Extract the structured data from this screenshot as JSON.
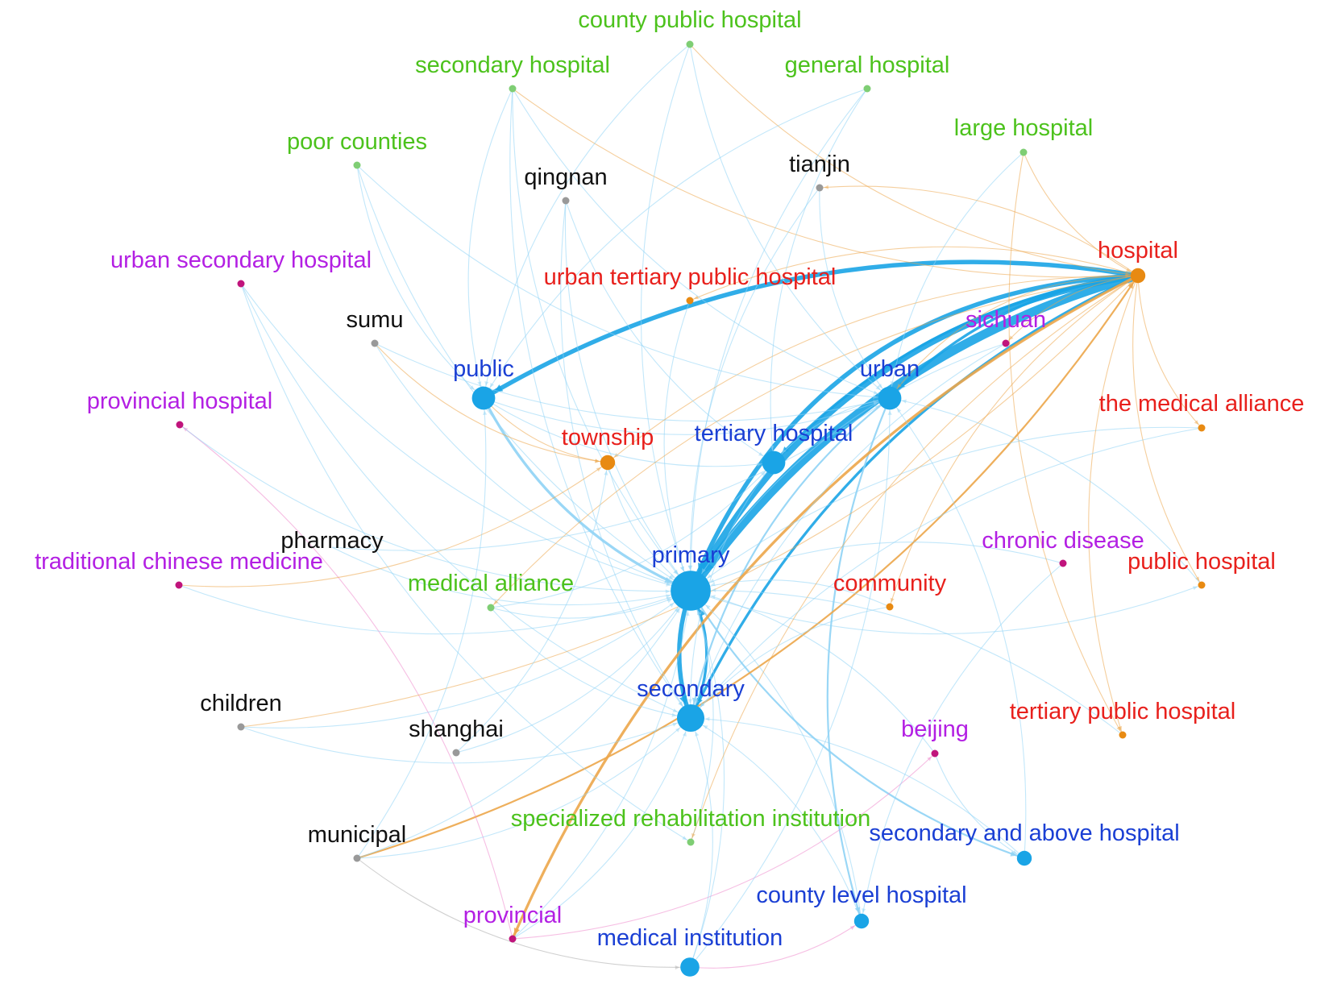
{
  "colors": {
    "blue": "#1a3fd4",
    "red": "#e8201c",
    "green": "#4cc21c",
    "magenta": "#b31fe3",
    "black": "#111111",
    "edge_blue": "#19a4e5",
    "edge_light_blue": "#8fd3f5",
    "edge_orange": "#eca64a",
    "edge_pink": "#ee88cc",
    "edge_grey": "#aaaaaa",
    "dot_blue": "#1aa4e6",
    "dot_orange": "#e88a12",
    "dot_green": "#7fce74",
    "dot_magenta": "#c0147c",
    "dot_grey": "#999999"
  },
  "nodes": [
    {
      "id": "county_public_hospital",
      "label": "county public hospital",
      "group": "green",
      "weight": 1
    },
    {
      "id": "secondary_hospital",
      "label": "secondary hospital",
      "group": "green",
      "weight": 1
    },
    {
      "id": "general_hospital",
      "label": "general hospital",
      "group": "green",
      "weight": 1
    },
    {
      "id": "large_hospital",
      "label": "large hospital",
      "group": "green",
      "weight": 1
    },
    {
      "id": "poor_counties",
      "label": "poor counties",
      "group": "green",
      "weight": 1
    },
    {
      "id": "qingnan",
      "label": "qingnan",
      "group": "black",
      "weight": 1
    },
    {
      "id": "tianjin",
      "label": "tianjin",
      "group": "black",
      "weight": 1
    },
    {
      "id": "hospital",
      "label": "hospital",
      "group": "red",
      "weight": 2
    },
    {
      "id": "urban_secondary_hospital",
      "label": "urban secondary hospital",
      "group": "magenta",
      "weight": 1
    },
    {
      "id": "urban_tertiary_public_hospital",
      "label": "urban tertiary public hospital",
      "group": "red",
      "weight": 1
    },
    {
      "id": "sumu",
      "label": "sumu",
      "group": "black",
      "weight": 1
    },
    {
      "id": "sichuan",
      "label": "sichuan",
      "group": "magenta",
      "weight": 1
    },
    {
      "id": "public",
      "label": "public",
      "group": "blue",
      "weight": 4
    },
    {
      "id": "urban",
      "label": "urban",
      "group": "blue",
      "weight": 4
    },
    {
      "id": "provincial_hospital",
      "label": "provincial hospital",
      "group": "magenta",
      "weight": 1
    },
    {
      "id": "the_medical_alliance",
      "label": "the medical  alliance",
      "group": "red",
      "weight": 1
    },
    {
      "id": "township",
      "label": "township",
      "group": "red",
      "weight": 2
    },
    {
      "id": "tertiary_hospital",
      "label": "tertiary hospital",
      "group": "blue",
      "weight": 4
    },
    {
      "id": "pharmacy",
      "label": "pharmacy",
      "group": "black",
      "weight": 1
    },
    {
      "id": "chronic_disease",
      "label": "chronic disease",
      "group": "magenta",
      "weight": 1
    },
    {
      "id": "traditional_chinese_medicine",
      "label": "traditional chinese medicine",
      "group": "magenta",
      "weight": 1
    },
    {
      "id": "primary",
      "label": "primary",
      "group": "blue",
      "weight": 8
    },
    {
      "id": "public_hospital",
      "label": "public hospital",
      "group": "red",
      "weight": 1
    },
    {
      "id": "medical_alliance",
      "label": "medical alliance",
      "group": "green",
      "weight": 1
    },
    {
      "id": "community",
      "label": "community",
      "group": "red",
      "weight": 1
    },
    {
      "id": "secondary",
      "label": "secondary",
      "group": "blue",
      "weight": 5
    },
    {
      "id": "children",
      "label": "children",
      "group": "black",
      "weight": 1
    },
    {
      "id": "tertiary_public_hospital",
      "label": "tertiary public hospital",
      "group": "red",
      "weight": 1
    },
    {
      "id": "shanghai",
      "label": "shanghai",
      "group": "black",
      "weight": 1
    },
    {
      "id": "beijing",
      "label": "beijing",
      "group": "magenta",
      "weight": 1
    },
    {
      "id": "specialized_rehabilitation_institution",
      "label": "specialized rehabilitation institution",
      "group": "green",
      "weight": 1
    },
    {
      "id": "secondary_and_above_hospital",
      "label": "secondary and above hospital",
      "group": "blue",
      "weight": 2
    },
    {
      "id": "municipal",
      "label": "municipal",
      "group": "black",
      "weight": 1
    },
    {
      "id": "county_level_hospital",
      "label": "county level hospital",
      "group": "blue",
      "weight": 2
    },
    {
      "id": "provincial",
      "label": "provincial",
      "group": "magenta",
      "weight": 1
    },
    {
      "id": "medical_institution",
      "label": "medical institution",
      "group": "blue",
      "weight": 3
    }
  ],
  "edges": [
    {
      "source": "hospital",
      "target": "primary",
      "weight": 10,
      "color": "edge_blue"
    },
    {
      "source": "hospital",
      "target": "primary",
      "weight": 7,
      "color": "edge_blue"
    },
    {
      "source": "hospital",
      "target": "primary",
      "weight": 5,
      "color": "edge_blue"
    },
    {
      "source": "hospital",
      "target": "public",
      "weight": 5,
      "color": "edge_blue"
    },
    {
      "source": "hospital",
      "target": "tertiary_hospital",
      "weight": 3,
      "color": "edge_blue"
    },
    {
      "source": "hospital",
      "target": "urban",
      "weight": 3,
      "color": "edge_blue"
    },
    {
      "source": "hospital",
      "target": "secondary",
      "weight": 3,
      "color": "edge_blue"
    },
    {
      "source": "public",
      "target": "primary",
      "weight": 3,
      "color": "edge_light_blue"
    },
    {
      "source": "primary",
      "target": "secondary",
      "weight": 5,
      "color": "edge_blue"
    },
    {
      "source": "secondary",
      "target": "primary",
      "weight": 3,
      "color": "edge_blue"
    },
    {
      "source": "primary",
      "target": "secondary_and_above_hospital",
      "weight": 2,
      "color": "edge_light_blue"
    },
    {
      "source": "urban",
      "target": "county_level_hospital",
      "weight": 2,
      "color": "edge_light_blue"
    },
    {
      "source": "urban",
      "target": "secondary",
      "weight": 2,
      "color": "edge_light_blue"
    },
    {
      "source": "hospital",
      "target": "provincial",
      "weight": 3,
      "color": "edge_orange"
    },
    {
      "source": "municipal",
      "target": "hospital",
      "weight": 2,
      "color": "edge_orange"
    },
    {
      "source": "provincial",
      "target": "provincial_hospital",
      "weight": 1,
      "color": "edge_pink"
    },
    {
      "source": "medical_institution",
      "target": "county_level_hospital",
      "weight": 1,
      "color": "edge_pink"
    },
    {
      "source": "provincial",
      "target": "beijing",
      "weight": 1,
      "color": "edge_pink"
    },
    {
      "source": "municipal",
      "target": "medical_institution",
      "weight": 1,
      "color": "edge_grey"
    },
    {
      "source": "secondary_hospital",
      "target": "public",
      "weight": 1,
      "color": "edge_light_blue"
    },
    {
      "source": "secondary_hospital",
      "target": "primary",
      "weight": 1,
      "color": "edge_light_blue"
    },
    {
      "source": "secondary_hospital",
      "target": "secondary",
      "weight": 1,
      "color": "edge_light_blue"
    },
    {
      "source": "secondary_hospital",
      "target": "hospital",
      "weight": 1,
      "color": "edge_orange"
    },
    {
      "source": "county_public_hospital",
      "target": "primary",
      "weight": 1,
      "color": "edge_light_blue"
    },
    {
      "source": "county_public_hospital",
      "target": "public",
      "weight": 1,
      "color": "edge_light_blue"
    },
    {
      "source": "county_public_hospital",
      "target": "hospital",
      "weight": 1,
      "color": "edge_orange"
    },
    {
      "source": "general_hospital",
      "target": "primary",
      "weight": 1,
      "color": "edge_light_blue"
    },
    {
      "source": "general_hospital",
      "target": "public",
      "weight": 1,
      "color": "edge_light_blue"
    },
    {
      "source": "large_hospital",
      "target": "hospital",
      "weight": 1,
      "color": "edge_orange"
    },
    {
      "source": "large_hospital",
      "target": "urban",
      "weight": 1,
      "color": "edge_light_blue"
    },
    {
      "source": "poor_counties",
      "target": "primary",
      "weight": 1,
      "color": "edge_light_blue"
    },
    {
      "source": "poor_counties",
      "target": "public",
      "weight": 1,
      "color": "edge_light_blue"
    },
    {
      "source": "qingnan",
      "target": "primary",
      "weight": 1,
      "color": "edge_light_blue"
    },
    {
      "source": "qingnan",
      "target": "secondary",
      "weight": 1,
      "color": "edge_light_blue"
    },
    {
      "source": "sumu",
      "target": "primary",
      "weight": 1,
      "color": "edge_light_blue"
    },
    {
      "source": "sumu",
      "target": "urban",
      "weight": 1,
      "color": "edge_light_blue"
    },
    {
      "source": "urban_secondary_hospital",
      "target": "primary",
      "weight": 1,
      "color": "edge_light_blue"
    },
    {
      "source": "urban_secondary_hospital",
      "target": "secondary",
      "weight": 1,
      "color": "edge_light_blue"
    },
    {
      "source": "urban_tertiary_public_hospital",
      "target": "primary",
      "weight": 1,
      "color": "edge_light_blue"
    },
    {
      "source": "hospital",
      "target": "urban_tertiary_public_hospital",
      "weight": 1,
      "color": "edge_orange"
    },
    {
      "source": "sichuan",
      "target": "primary",
      "weight": 1,
      "color": "edge_light_blue"
    },
    {
      "source": "the_medical_alliance",
      "target": "primary",
      "weight": 1,
      "color": "edge_light_blue"
    },
    {
      "source": "hospital",
      "target": "township",
      "weight": 1,
      "color": "edge_orange"
    },
    {
      "source": "township",
      "target": "primary",
      "weight": 1,
      "color": "edge_light_blue"
    },
    {
      "source": "pharmacy",
      "target": "primary",
      "weight": 1,
      "color": "edge_light_blue"
    },
    {
      "source": "chronic_disease",
      "target": "primary",
      "weight": 1,
      "color": "edge_light_blue"
    },
    {
      "source": "traditional_chinese_medicine",
      "target": "township",
      "weight": 1,
      "color": "edge_orange"
    },
    {
      "source": "hospital",
      "target": "public_hospital",
      "weight": 1,
      "color": "edge_orange"
    },
    {
      "source": "primary",
      "target": "public_hospital",
      "weight": 1,
      "color": "edge_light_blue"
    },
    {
      "source": "medical_alliance",
      "target": "primary",
      "weight": 1,
      "color": "edge_light_blue"
    },
    {
      "source": "medical_alliance",
      "target": "tertiary_hospital",
      "weight": 1,
      "color": "edge_light_blue"
    },
    {
      "source": "hospital",
      "target": "community",
      "weight": 1,
      "color": "edge_orange"
    },
    {
      "source": "community",
      "target": "primary",
      "weight": 1,
      "color": "edge_light_blue"
    },
    {
      "source": "children",
      "target": "primary",
      "weight": 1,
      "color": "edge_light_blue"
    },
    {
      "source": "children",
      "target": "hospital",
      "weight": 1,
      "color": "edge_orange"
    },
    {
      "source": "hospital",
      "target": "tertiary_public_hospital",
      "weight": 1,
      "color": "edge_orange"
    },
    {
      "source": "shanghai",
      "target": "primary",
      "weight": 1,
      "color": "edge_light_blue"
    },
    {
      "source": "beijing",
      "target": "primary",
      "weight": 1,
      "color": "edge_light_blue"
    },
    {
      "source": "specialized_rehabilitation_institution",
      "target": "primary",
      "weight": 1,
      "color": "edge_light_blue"
    },
    {
      "source": "secondary_and_above_hospital",
      "target": "urban",
      "weight": 1,
      "color": "edge_light_blue"
    },
    {
      "source": "municipal",
      "target": "primary",
      "weight": 1,
      "color": "edge_light_blue"
    },
    {
      "source": "municipal",
      "target": "public",
      "weight": 1,
      "color": "edge_light_blue"
    },
    {
      "source": "county_level_hospital",
      "target": "primary",
      "weight": 1,
      "color": "edge_light_blue"
    },
    {
      "source": "provincial",
      "target": "secondary",
      "weight": 1,
      "color": "edge_light_blue"
    },
    {
      "source": "medical_institution",
      "target": "primary",
      "weight": 1,
      "color": "edge_light_blue"
    },
    {
      "source": "medical_institution",
      "target": "secondary",
      "weight": 1,
      "color": "edge_light_blue"
    },
    {
      "source": "public",
      "target": "tertiary_hospital",
      "weight": 1,
      "color": "edge_light_blue"
    },
    {
      "source": "public",
      "target": "urban",
      "weight": 1,
      "color": "edge_light_blue"
    },
    {
      "source": "tertiary_hospital",
      "target": "secondary",
      "weight": 1,
      "color": "edge_light_blue"
    },
    {
      "source": "urban",
      "target": "tertiary_hospital",
      "weight": 1,
      "color": "edge_light_blue"
    },
    {
      "source": "public",
      "target": "township",
      "weight": 1,
      "color": "edge_orange"
    },
    {
      "source": "hospital",
      "target": "tianjin",
      "weight": 1,
      "color": "edge_orange"
    },
    {
      "source": "tianjin",
      "target": "primary",
      "weight": 1,
      "color": "edge_light_blue"
    },
    {
      "source": "hospital",
      "target": "medical_alliance",
      "weight": 1,
      "color": "edge_orange"
    },
    {
      "source": "hospital",
      "target": "sichuan",
      "weight": 1,
      "color": "edge_orange"
    },
    {
      "source": "hospital",
      "target": "the_medical_alliance",
      "weight": 1,
      "color": "edge_orange"
    },
    {
      "source": "hospital",
      "target": "specialized_rehabilitation_institution",
      "weight": 1,
      "color": "edge_orange"
    },
    {
      "source": "hospital",
      "target": "urban",
      "weight": 1,
      "color": "edge_orange"
    },
    {
      "source": "secondary_and_above_hospital",
      "target": "secondary",
      "weight": 1,
      "color": "edge_light_blue"
    },
    {
      "source": "county_level_hospital",
      "target": "secondary",
      "weight": 1,
      "color": "edge_light_blue"
    },
    {
      "source": "beijing",
      "target": "secondary_and_above_hospital",
      "weight": 1,
      "color": "edge_light_blue"
    },
    {
      "source": "chronic_disease",
      "target": "county_level_hospital",
      "weight": 1,
      "color": "edge_light_blue"
    },
    {
      "source": "sichuan",
      "target": "secondary",
      "weight": 1,
      "color": "edge_light_blue"
    },
    {
      "source": "pharmacy",
      "target": "urban",
      "weight": 1,
      "color": "edge_light_blue"
    },
    {
      "source": "provincial_hospital",
      "target": "primary",
      "weight": 1,
      "color": "edge_light_blue"
    },
    {
      "source": "urban_secondary_hospital",
      "target": "specialized_rehabilitation_institution",
      "weight": 1,
      "color": "edge_light_blue"
    },
    {
      "source": "traditional_chinese_medicine",
      "target": "primary",
      "weight": 1,
      "color": "edge_light_blue"
    },
    {
      "source": "children",
      "target": "secondary",
      "weight": 1,
      "color": "edge_light_blue"
    },
    {
      "source": "shanghai",
      "target": "township",
      "weight": 1,
      "color": "edge_light_blue"
    },
    {
      "source": "secondary_hospital",
      "target": "urban",
      "weight": 1,
      "color": "edge_light_blue"
    },
    {
      "source": "general_hospital",
      "target": "tertiary_hospital",
      "weight": 1,
      "color": "edge_light_blue"
    },
    {
      "source": "county_public_hospital",
      "target": "urban",
      "weight": 1,
      "color": "edge_light_blue"
    },
    {
      "source": "large_hospital",
      "target": "tertiary_public_hospital",
      "weight": 1,
      "color": "edge_orange"
    },
    {
      "source": "tianjin",
      "target": "urban",
      "weight": 1,
      "color": "edge_light_blue"
    },
    {
      "source": "qingnan",
      "target": "tertiary_hospital",
      "weight": 1,
      "color": "edge_light_blue"
    },
    {
      "source": "sumu",
      "target": "township",
      "weight": 1,
      "color": "edge_orange"
    },
    {
      "source": "municipal",
      "target": "secondary",
      "weight": 1,
      "color": "edge_light_blue"
    },
    {
      "source": "medical_alliance",
      "target": "secondary",
      "weight": 1,
      "color": "edge_light_blue"
    },
    {
      "source": "public_hospital",
      "target": "urban",
      "weight": 1,
      "color": "edge_light_blue"
    },
    {
      "source": "tertiary_public_hospital",
      "target": "primary",
      "weight": 1,
      "color": "edge_light_blue"
    },
    {
      "source": "community",
      "target": "secondary",
      "weight": 1,
      "color": "edge_light_blue"
    },
    {
      "source": "the_medical_alliance",
      "target": "secondary",
      "weight": 1,
      "color": "edge_light_blue"
    },
    {
      "source": "poor_counties",
      "target": "urban",
      "weight": 1,
      "color": "edge_light_blue"
    },
    {
      "source": "medical_institution",
      "target": "urban",
      "weight": 1,
      "color": "edge_light_blue"
    },
    {
      "source": "provincial",
      "target": "primary",
      "weight": 1,
      "color": "edge_light_blue"
    }
  ]
}
